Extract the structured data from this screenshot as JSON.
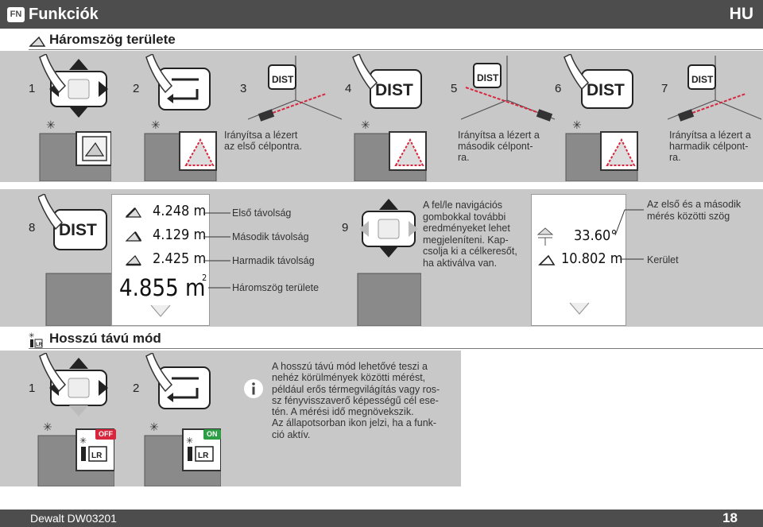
{
  "header": {
    "badge": "FN",
    "title": "Funkciók",
    "lang": "HU"
  },
  "section1": {
    "title": "Háromszög területe",
    "steps": [
      "1",
      "2",
      "3",
      "4",
      "5",
      "6",
      "7"
    ],
    "dist_label": "DIST",
    "instr_first": "Irányítsa a lézert\naz első célpontra.",
    "instr_second": "Irányítsa a lézert a\nmásodik célpont-\nra.",
    "instr_third": "Irányítsa a lézert a\nharmadik célpont-\nra."
  },
  "results": {
    "step8": "8",
    "step9": "9",
    "distance1": "4.248 m",
    "distance2": "4.129 m",
    "distance3": "2.425 m",
    "area_value": "4.855 m",
    "area_exp": "2",
    "label1": "Első távolság",
    "label2": "Második távolság",
    "label3": "Harmadik távolság",
    "label4": "Háromszög területe",
    "nav_text": "A fel/le navigációs\ngombokkal további\neredményeket lehet\nmegjeleníteni. Kap-\ncsolja ki a célkeresőt,\nha aktiválva van.",
    "angle_value": "33.60°",
    "perimeter_value": "10.802 m",
    "angle_label": "Az első és a második\nmérés közötti szög",
    "perimeter_label": "Kerület"
  },
  "section2": {
    "title": "Hosszú távú mód",
    "steps": [
      "1",
      "2"
    ],
    "off_label": "OFF",
    "on_label": "ON",
    "lr_label": "LR",
    "info_text": "A hosszú távú mód lehetővé teszi a\nnehéz körülmények közötti mérést,\npéldául erős térmegvilágítás vagy ros-\nsz fényvisszaverő képességű cél ese-\ntén. A mérési idő megnövekszik.\nAz állapotsorban ikon jelzi, ha a funk-\nció aktív."
  },
  "footer": {
    "model": "Dewalt DW03201",
    "page": "18"
  },
  "colors": {
    "header": "#4d4d4d",
    "panel": "#c8c8c8",
    "laser": "#d7263d",
    "off": "#d7263d",
    "on": "#2e9e44"
  }
}
